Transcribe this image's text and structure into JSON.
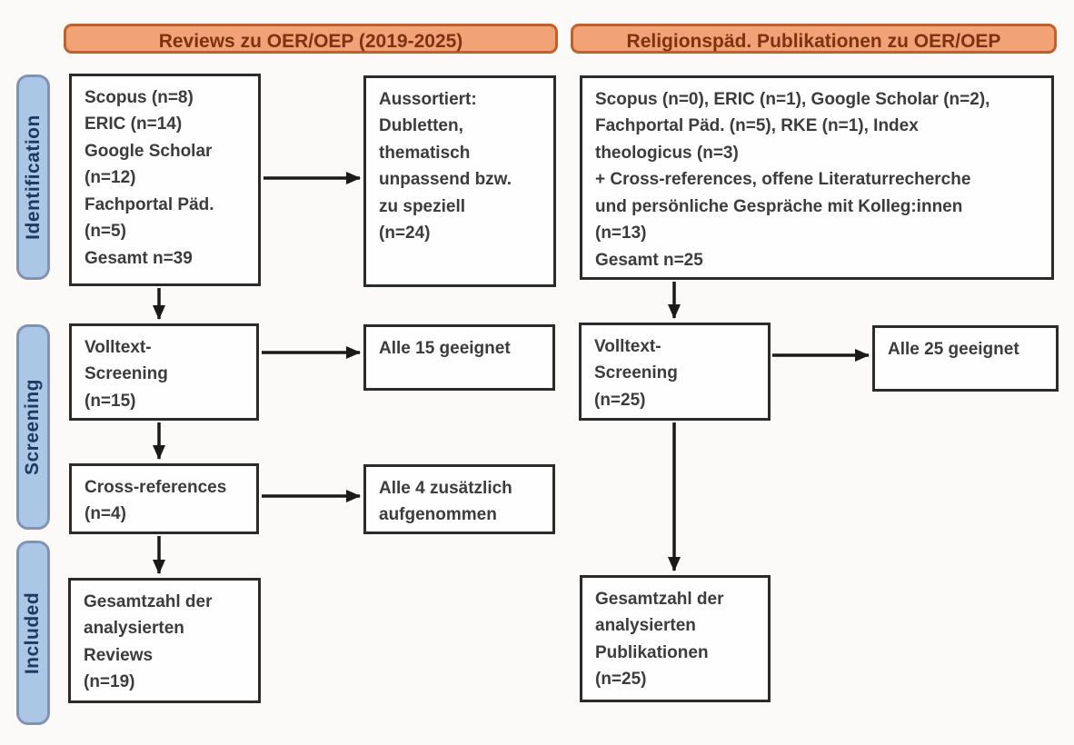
{
  "palette": {
    "header_bg": "#F1A276",
    "header_border": "#C0602A",
    "header_text": "#7E3211",
    "stage_bg": "#ACC6E5",
    "stage_border": "#8293B2",
    "stage_text": "#1E3A63",
    "box_border": "#2B2B2B",
    "box_text": "#3C3C3C",
    "arrow": "#1A1A1A"
  },
  "headers": {
    "left": "Reviews zu OER/OEP (2019-2025)",
    "right": "Religionspäd. Publikationen zu OER/OEP"
  },
  "stages": [
    {
      "label": "Identification"
    },
    {
      "label": "Screening"
    },
    {
      "label": "Included"
    }
  ],
  "left_flow": {
    "identification_sources": "Scopus (n=8)\nERIC (n=14)\nGoogle Scholar\n(n=12)\nFachportal Päd.\n(n=5)\nGesamt n=39",
    "excluded": "Aussortiert:\nDubletten,\nthematisch\nunpassend bzw.\nzu speziell\n(n=24)",
    "fulltext_screening": "Volltext-\nScreening\n(n=15)",
    "fulltext_result": "Alle 15 geeignet",
    "cross_references": "Cross-references\n(n=4)",
    "cross_references_result": "Alle 4 zusätzlich\naufgenommen",
    "included_total": "Gesamtzahl der\nanalysierten\nReviews\n(n=19)"
  },
  "right_flow": {
    "identification_sources": "Scopus (n=0), ERIC (n=1), Google Scholar (n=2),\nFachportal Päd. (n=5), RKE (n=1), Index\ntheologicus (n=3)\n+ Cross-references, offene Literaturrecherche\nund persönliche Gespräche mit Kolleg:innen\n(n=13)\nGesamt n=25",
    "fulltext_screening": "Volltext-\nScreening\n(n=25)",
    "fulltext_result": "Alle 25 geeignet",
    "included_total": "Gesamtzahl der\nanalysierten\nPublikationen\n(n=25)"
  }
}
